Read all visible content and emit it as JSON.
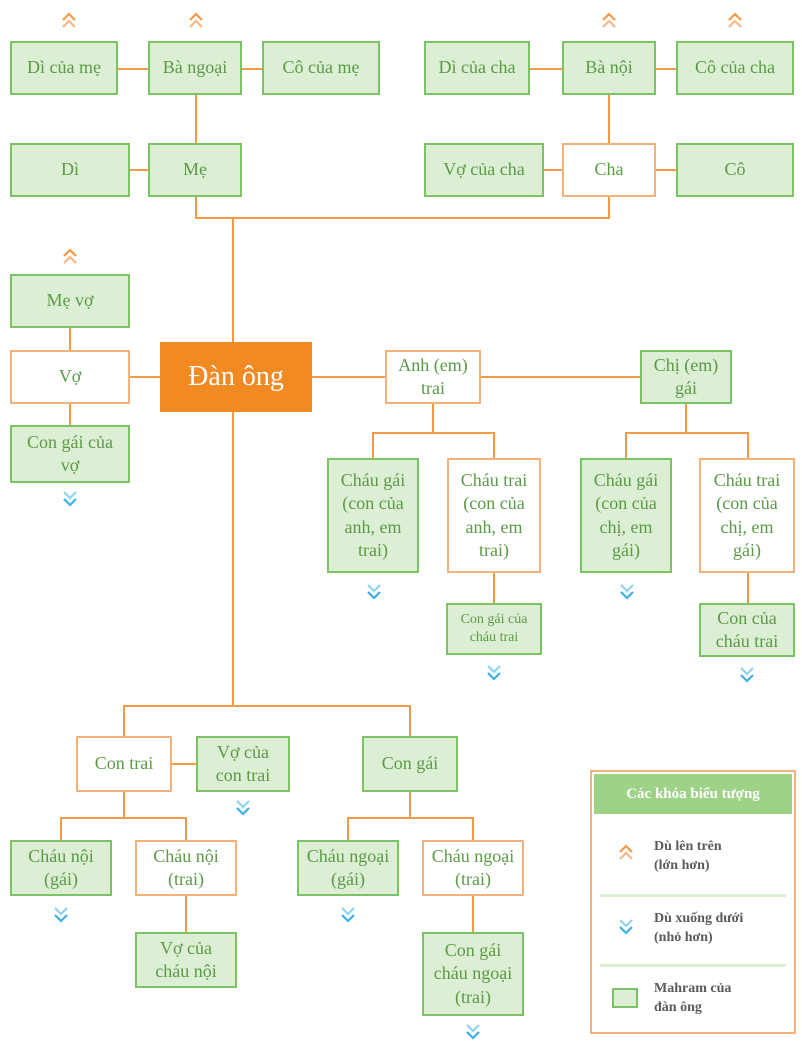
{
  "nodes": {
    "di_cua_me": "Dì của mẹ",
    "ba_ngoai": "Bà ngoại",
    "co_cua_me": "Cô của mẹ",
    "di_cua_cha": "Dì của cha",
    "ba_noi": "Bà nội",
    "co_cua_cha": "Cô của cha",
    "di": "Dì",
    "me": "Mẹ",
    "vo_cua_cha": "Vợ của cha",
    "cha": "Cha",
    "co": "Cô",
    "me_vo": "Mẹ vợ",
    "vo": "Vợ",
    "dan_ong": "Đàn ông",
    "anh_em_trai": "Anh (em)\ntrai",
    "chi_em_gai": "Chị (em)\ngái",
    "con_gai_cua_vo": "Con gái của\nvợ",
    "chau_gai_anh": "Cháu gái\n(con của\nanh, em\ntrai)",
    "chau_trai_anh": "Cháu trai\n(con của\nanh, em\ntrai)",
    "chau_gai_chi": "Cháu gái\n(con của\nchị, em\ngái)",
    "chau_trai_chi": "Cháu trai\n(con của\nchị, em\ngái)",
    "con_gai_cua_chau_trai_1": "Con gái của\ncháu trai",
    "con_gai_cua_chau_trai_2": "Con của\ncháu trai",
    "con_trai": "Con trai",
    "vo_cua_con_trai": "Vợ của\ncon trai",
    "con_gai": "Con gái",
    "chau_noi_gai": "Cháu nội\n(gái)",
    "chau_noi_trai": "Cháu nội\n(trai)",
    "chau_ngoai_gai": "Cháu ngoại\n(gái)",
    "chau_ngoai_trai": "Cháu ngoại\n(trai)",
    "vo_cua_chau_noi": "Vợ của\ncháu nội",
    "con_gai_chau_ngoai": "Con gái\ncháu ngoại\n(trai)"
  },
  "legend": {
    "title": "Các khóa biểu tượng",
    "up": "Dù lên trên\n(lớn hơn)",
    "down": "Dù xuống dưới\n(nhỏ hơn)",
    "mahram": "Mahram của\nđàn ông"
  },
  "icons": {
    "up": "chevron-up-double-icon",
    "down": "chevron-down-double-icon"
  },
  "colors": {
    "orange": "#f18a23",
    "line": "#f29a45",
    "green_fill": "#dcefd4",
    "green_border": "#7cc366",
    "blue": "#3ab0e6"
  }
}
